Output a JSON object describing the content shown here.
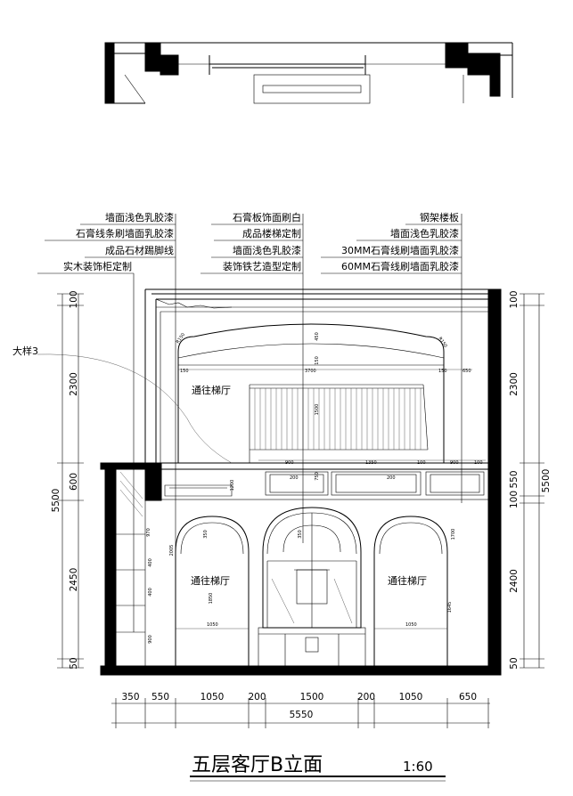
{
  "title": {
    "main": "五层客厅B立面",
    "scale": "1:60"
  },
  "callouts": {
    "left": [
      "墙面浅色乳胶漆",
      "石膏线条刷墙面乳胶漆",
      "成品石材踢脚线",
      "实木装饰柜定制"
    ],
    "middle": [
      "石膏板饰面刷白",
      "成品楼梯定制",
      "墙面浅色乳胶漆",
      "装饰铁艺造型定制"
    ],
    "right": [
      "钢架楼板",
      "墙面浅色乳胶漆",
      "30MM石膏线刷墙面乳胶漆",
      "60MM石膏线刷墙面乳胶漆"
    ]
  },
  "detail_label": "大样3",
  "rooms": {
    "upper": "通往梯厅",
    "lower_left": "通往梯厅",
    "lower_right": "通往梯厅"
  },
  "left_dims": {
    "total": "5500",
    "segments": [
      "100",
      "2300",
      "600",
      "2450",
      "50"
    ]
  },
  "right_dims": {
    "total": "5500",
    "segments": [
      "100",
      "2300",
      "550",
      "100",
      "2400",
      "50"
    ]
  },
  "bottom_dims": {
    "segments": [
      "350",
      "550",
      "1050",
      "200",
      "1500",
      "200",
      "1050",
      "650"
    ],
    "total": "5550"
  },
  "inner_dims": {
    "top_band": [
      "900",
      "1350",
      "100",
      "900",
      "100"
    ],
    "top_band_2": [
      "200",
      "200"
    ],
    "mid": [
      "150",
      "3700",
      "650",
      "150"
    ],
    "verticals": [
      "450",
      "150",
      "1500",
      "350",
      "750",
      "350",
      "1850",
      "1645",
      "400",
      "400",
      "970",
      "900",
      "1200",
      "2005",
      "1700"
    ],
    "widths": [
      "1050",
      "1050"
    ]
  },
  "tiny_labels": [
    "R150",
    "R150"
  ]
}
